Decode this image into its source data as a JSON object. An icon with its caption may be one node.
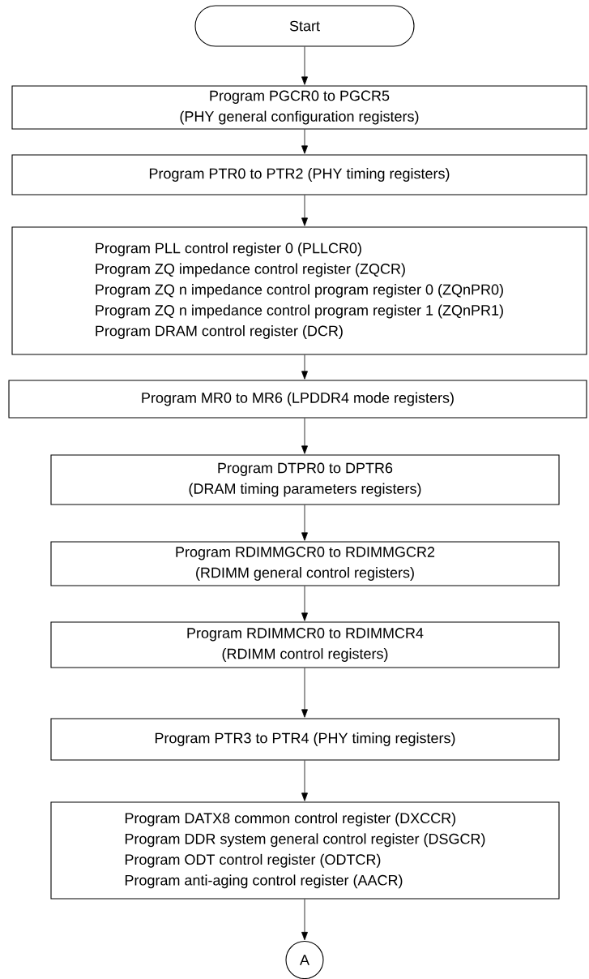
{
  "diagram": {
    "nodes": [
      {
        "text": [
          "Start"
        ]
      },
      {
        "text": [
          "Program PGCR0 to PGCR5",
          "(PHY general configuration registers)"
        ]
      },
      {
        "text": [
          "Program PTR0 to PTR2 (PHY timing registers)"
        ]
      },
      {
        "text": [
          "Program PLL control register 0 (PLLCR0)",
          "Program ZQ impedance control register (ZQCR)",
          "Program ZQ n impedance control program register 0 (ZQnPR0)",
          "Program ZQ n impedance control program register 1 (ZQnPR1)",
          "Program DRAM control register (DCR)"
        ]
      },
      {
        "text": [
          "Program MR0 to MR6 (LPDDR4 mode registers)"
        ]
      },
      {
        "text": [
          "Program DTPR0 to DPTR6",
          "(DRAM timing parameters registers)"
        ]
      },
      {
        "text": [
          "Program RDIMMGCR0 to RDIMMGCR2",
          "(RDIMM general control registers)"
        ]
      },
      {
        "text": [
          "Program RDIMMCR0 to RDIMMCR4",
          "(RDIMM control registers)"
        ]
      },
      {
        "text": [
          "Program PTR3 to PTR4 (PHY timing registers)"
        ]
      },
      {
        "text": [
          "Program DATX8 common control register (DXCCR)",
          "Program DDR system general control register (DSGCR)",
          "Program ODT control register (ODTCR)",
          "Program anti-aging control register (AACR)"
        ]
      },
      {
        "text": [
          "A"
        ]
      }
    ],
    "edges": [
      {
        "from": 0,
        "to": 1,
        "arrow": "to"
      },
      {
        "from": 1,
        "to": 2,
        "arrow": "to"
      },
      {
        "from": 2,
        "to": 3,
        "arrow": "to"
      },
      {
        "from": 3,
        "to": 4,
        "arrow": "to"
      },
      {
        "from": 4,
        "to": 5,
        "arrow": "to"
      },
      {
        "from": 5,
        "to": 6,
        "arrow": "to"
      },
      {
        "from": 6,
        "to": 7,
        "arrow": "to"
      },
      {
        "from": 7,
        "to": 8,
        "arrow": "to"
      },
      {
        "from": 8,
        "to": 9,
        "arrow": "to"
      },
      {
        "from": 9,
        "to": 10,
        "arrow": "to"
      }
    ]
  }
}
